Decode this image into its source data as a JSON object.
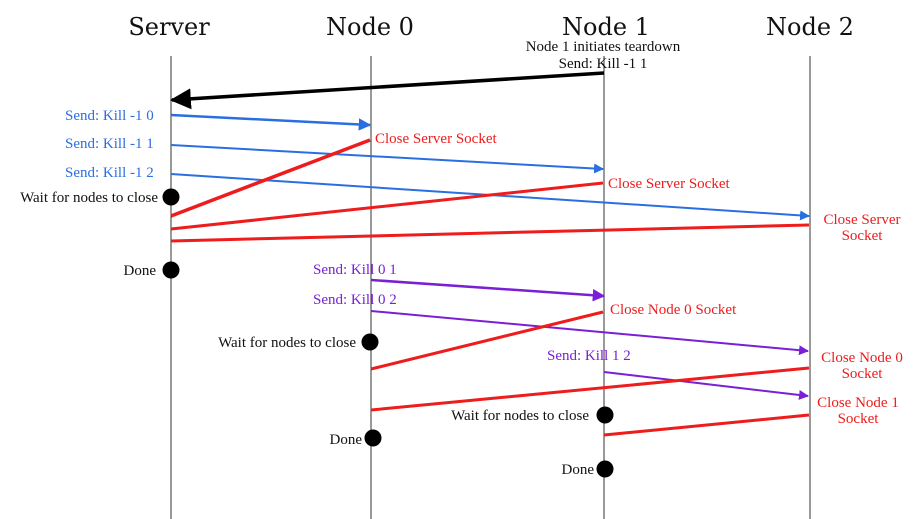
{
  "colors": {
    "kill_server": "#2a6fe0",
    "kill_node": "#7a1fd6",
    "close": "#ee1c1c",
    "teardown": "#000000",
    "text": "#111111"
  },
  "headers": [
    "Server",
    "Node 0",
    "Node 1",
    "Node 2"
  ],
  "teardown_note": {
    "line1": "Node 1 initiates teardown",
    "line2": "Send: Kill -1 1"
  },
  "send_labels": [
    "Send: Kill -1 0",
    "Send: Kill -1 1",
    "Send: Kill -1 2",
    "Send: Kill 0 1",
    "Send: Kill 0 2",
    "Send: Kill 1 2"
  ],
  "close_labels": [
    "Close Server Socket",
    "Close Server Socket",
    "Close Server",
    "Socket",
    "Close Node 0 Socket",
    "Close Node 0",
    "Socket",
    "Close Node 1",
    "Socket"
  ],
  "status_labels": [
    "Wait for nodes to close",
    "Done",
    "Wait for nodes to close",
    "Done",
    "Wait for nodes to close",
    "Done"
  ]
}
